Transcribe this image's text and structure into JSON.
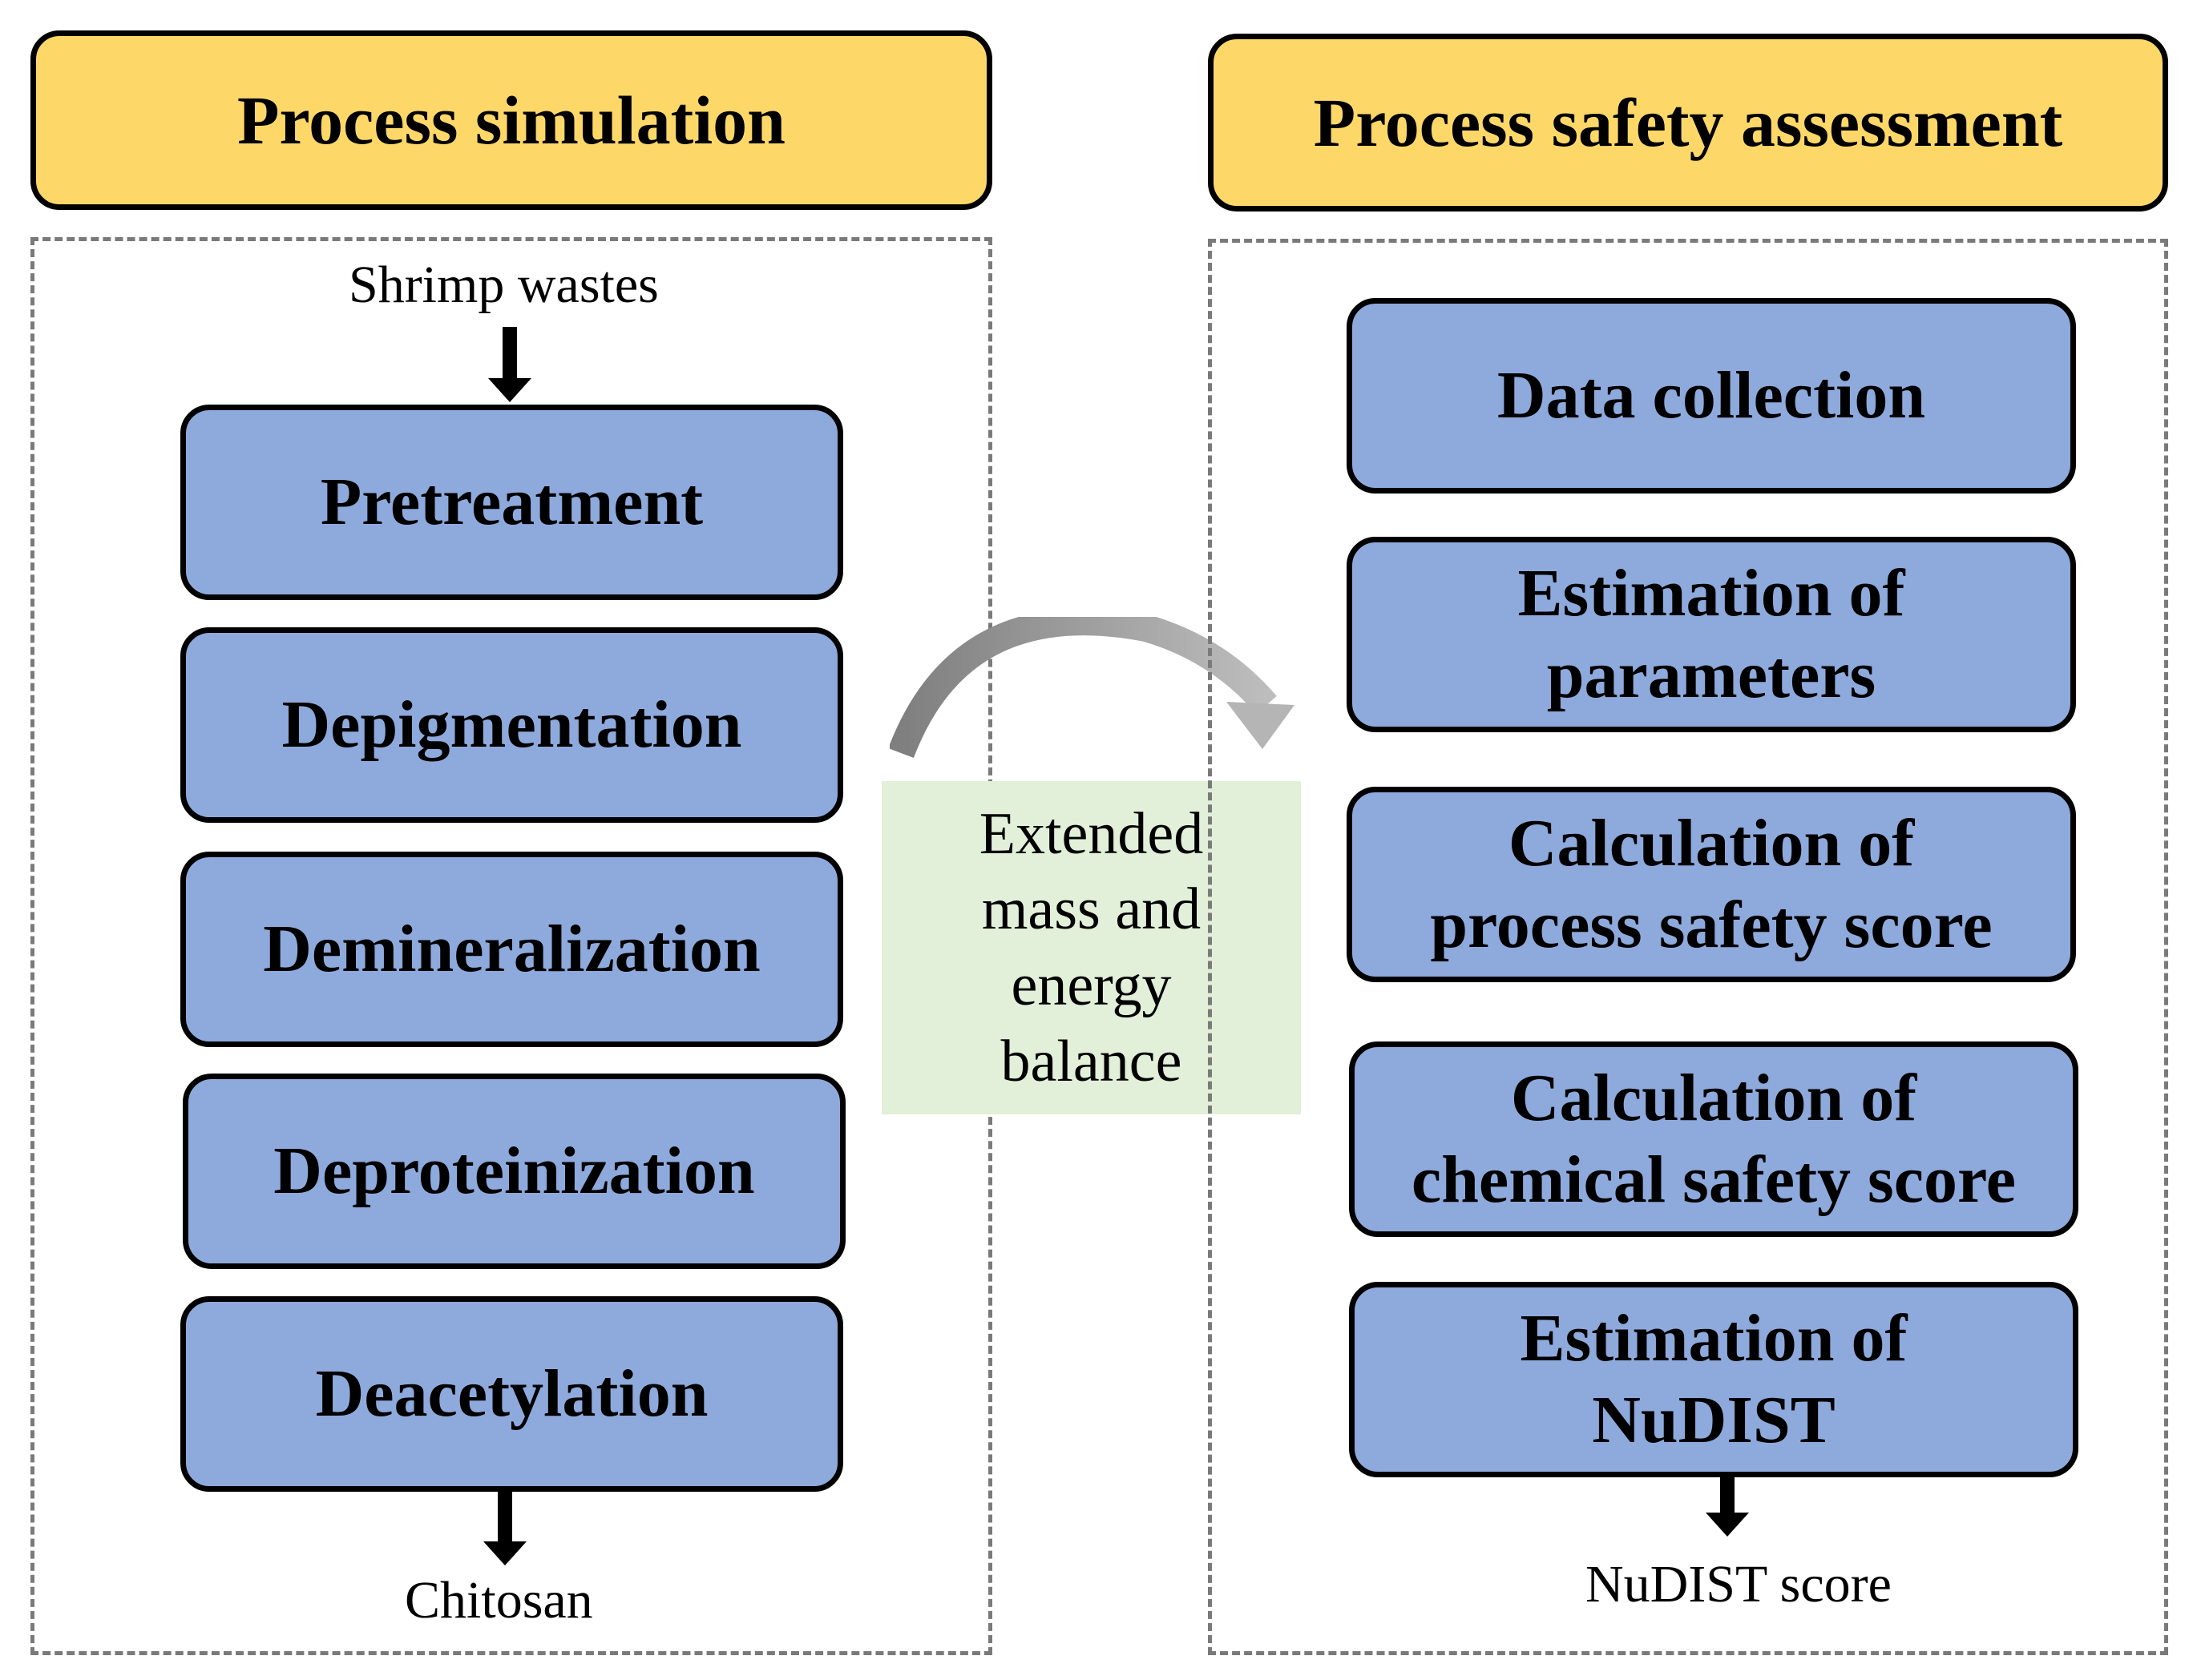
{
  "left": {
    "title": "Process simulation",
    "input_label": "Shrimp wastes",
    "steps": [
      "Pretreatment",
      "Depigmentation",
      "Demineralization",
      "Deproteinization",
      "Deacetylation"
    ],
    "output_label": "Chitosan"
  },
  "middle": {
    "line1": "Extended",
    "line2": "mass and",
    "line3": "energy",
    "line4": "balance"
  },
  "right": {
    "title": "Process safety assessment",
    "steps": [
      {
        "line1": "Data collection",
        "line2": ""
      },
      {
        "line1": "Estimation of",
        "line2": "parameters"
      },
      {
        "line1": "Calculation of",
        "line2": "process safety score"
      },
      {
        "line1": "Calculation of",
        "line2": "chemical safety score"
      },
      {
        "line1": "Estimation of",
        "line2": "NuDIST"
      }
    ],
    "output_label": "NuDIST score"
  },
  "colors": {
    "header_fill": "#fdd868",
    "step_fill": "#8eaadc",
    "balance_fill": "#e2efd9",
    "curve_arrow": "#8c8c8c"
  }
}
